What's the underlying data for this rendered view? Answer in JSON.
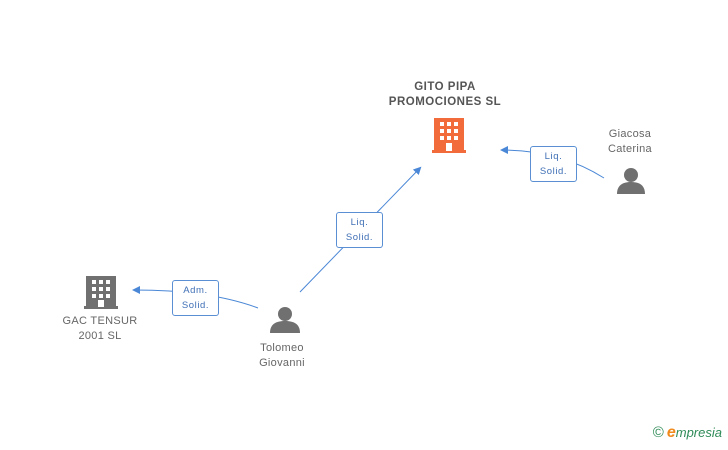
{
  "colors": {
    "company_main": "#f26b3a",
    "company_other": "#707070",
    "person": "#707070",
    "edge": "#4a87d6",
    "badge_border": "#5a8fd4",
    "badge_text": "#3f6fb5",
    "brand_green": "#2e8b57",
    "brand_orange": "#f08a1d"
  },
  "nodes": {
    "gito_pipa": {
      "type": "company",
      "icon": "building-icon",
      "line1": "GITO PIPA",
      "line2": "PROMOCIONES SL"
    },
    "gac_tensur": {
      "type": "company",
      "icon": "building-icon",
      "line1": "GAC TENSUR",
      "line2": "2001 SL"
    },
    "tolomeo": {
      "type": "person",
      "icon": "person-icon",
      "line1": "Tolomeo",
      "line2": "Giovanni"
    },
    "giacosa": {
      "type": "person",
      "icon": "person-icon",
      "line1": "Giacosa",
      "line2": "Caterina"
    }
  },
  "edges": {
    "tolomeo_gito": {
      "line1": "Liq.",
      "line2": "Solid."
    },
    "giacosa_gito": {
      "line1": "Liq.",
      "line2": "Solid."
    },
    "tolomeo_gac": {
      "line1": "Adm.",
      "line2": "Solid."
    }
  },
  "brand": {
    "copyright": "©",
    "e": "e",
    "name": "mpresia"
  }
}
